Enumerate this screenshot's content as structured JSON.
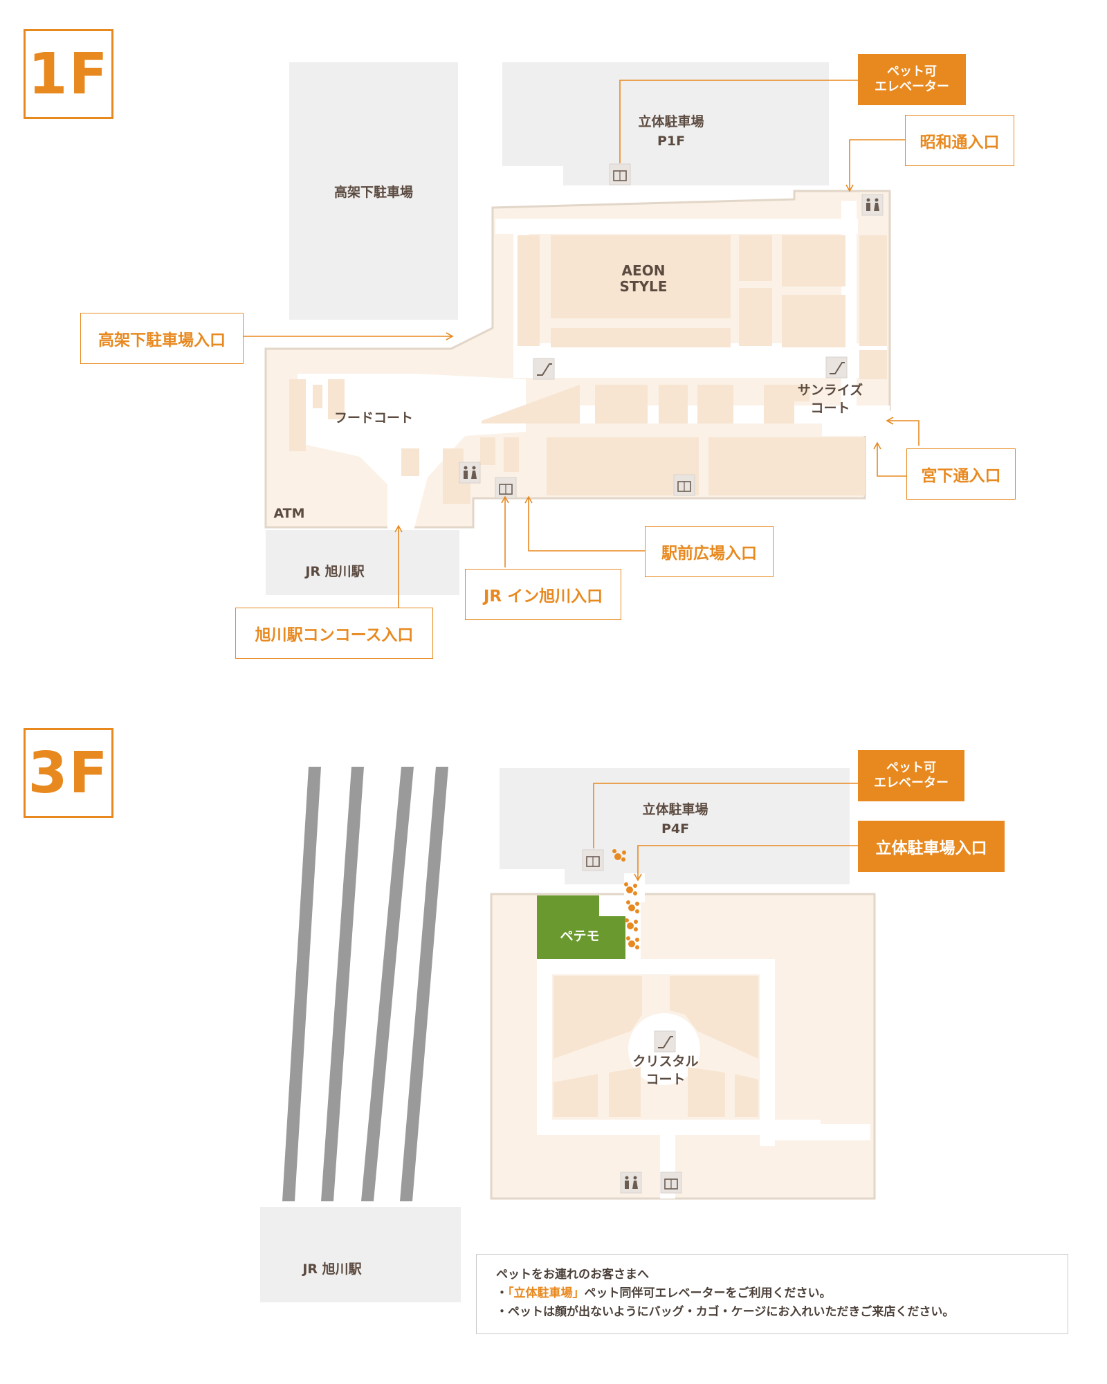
{
  "floors": {
    "f1": {
      "badge": "1F",
      "areas": {
        "elevated_parking": "高架下駐車場",
        "multistory_parking_line1": "立体駐車場",
        "multistory_parking_line2": "P1F",
        "aeon_line1": "AEON",
        "aeon_line2": "STYLE",
        "food_court": "フードコート",
        "sunrise_court_line1": "サンライズ",
        "sunrise_court_line2": "コート",
        "atm": "ATM",
        "jr_station": "JR 旭川駅"
      },
      "callouts": {
        "pet_elevator_line1": "ペット可",
        "pet_elevator_line2": "エレベーター",
        "showa_entrance": "昭和通入口",
        "elevated_parking_entrance": "高架下駐車場入口",
        "miyashita_entrance": "宮下通入口",
        "station_plaza_entrance": "駅前広場入口",
        "jr_inn_entrance": "JR イン旭川入口",
        "concourse_entrance": "旭川駅コンコース入口"
      }
    },
    "f3": {
      "badge": "3F",
      "areas": {
        "multistory_parking_line1": "立体駐車場",
        "multistory_parking_line2": "P4F",
        "petemo": "ペテモ",
        "crystal_court_line1": "クリスタル",
        "crystal_court_line2": "コート",
        "jr_station": "JR 旭川駅"
      },
      "callouts": {
        "pet_elevator_line1": "ペット可",
        "pet_elevator_line2": "エレベーター",
        "parking_entrance": "立体駐車場入口"
      }
    }
  },
  "notice": {
    "heading": "ペットをお連れのお客さまへ",
    "line1_prefix": "・",
    "line1_highlight": "「立体駐車場」",
    "line1_rest": "ペット同伴可エレベーターをご利用ください。",
    "line2": "・ペットは顔が出ないようにバッグ・カゴ・ケージにお入れいただきご来店ください。"
  },
  "colors": {
    "accent": "#e8891f",
    "floor": "#fbf1e6",
    "building_outline": "#e2d6c8",
    "parking": "#efefef",
    "petemo": "#6a9a2f",
    "text": "#5b4a3f",
    "rail": "#9a9a9a"
  }
}
